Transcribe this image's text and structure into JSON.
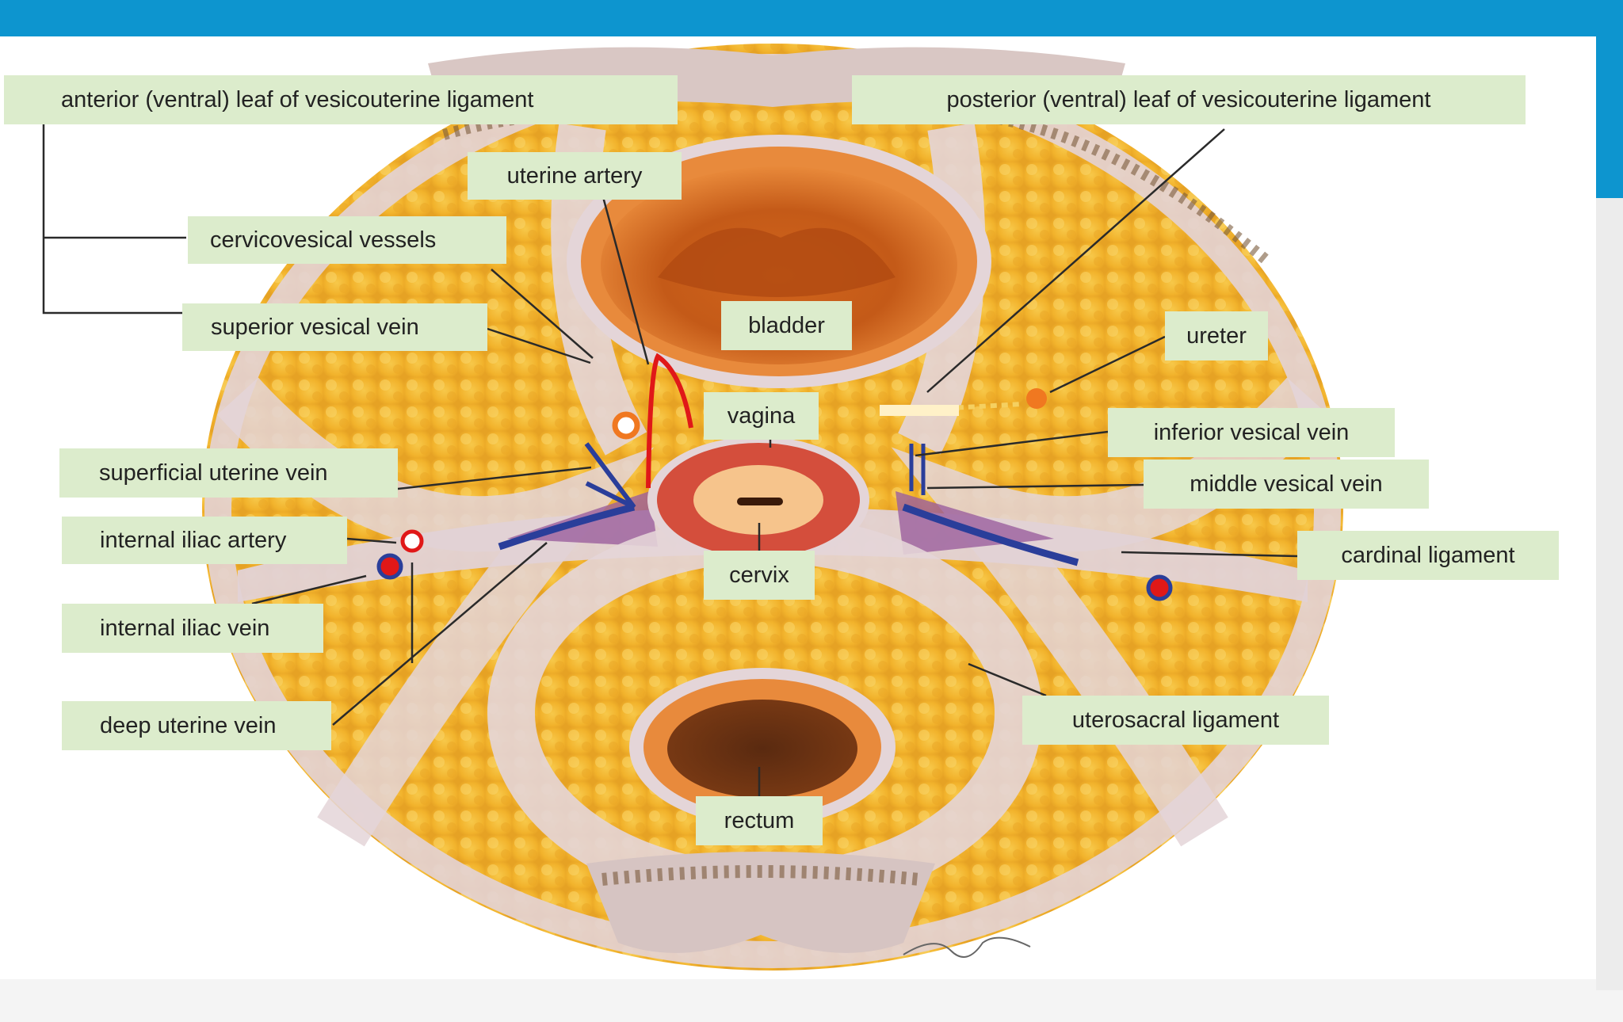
{
  "diagram": {
    "labels": {
      "anterior_leaf": "anterior (ventral) leaf of vesicouterine ligament",
      "posterior_leaf": "posterior (ventral) leaf of vesicouterine ligament",
      "uterine_artery": "uterine artery",
      "cervicovesical_vessels": "cervicovesical vessels",
      "superior_vesical_vein": "superior vesical vein",
      "bladder": "bladder",
      "ureter": "ureter",
      "vagina": "vagina",
      "inferior_vesical_vein": "inferior vesical vein",
      "middle_vesical_vein": "middle vesical vein",
      "superficial_uterine_vein": "superficial uterine vein",
      "internal_iliac_artery": "internal iliac artery",
      "cervix": "cervix",
      "cardinal_ligament": "cardinal ligament",
      "internal_iliac_vein": "internal iliac vein",
      "deep_uterine_vein": "deep uterine vein",
      "uterosacral_ligament": "uterosacral ligament",
      "rectum": "rectum"
    },
    "colors": {
      "header_blue": "#0d95cf",
      "label_bg": "#dceccc",
      "fat": "#f2b530",
      "ligament": "#e3d3d6",
      "artery": "#e01818",
      "vein": "#2a3e9a"
    }
  }
}
